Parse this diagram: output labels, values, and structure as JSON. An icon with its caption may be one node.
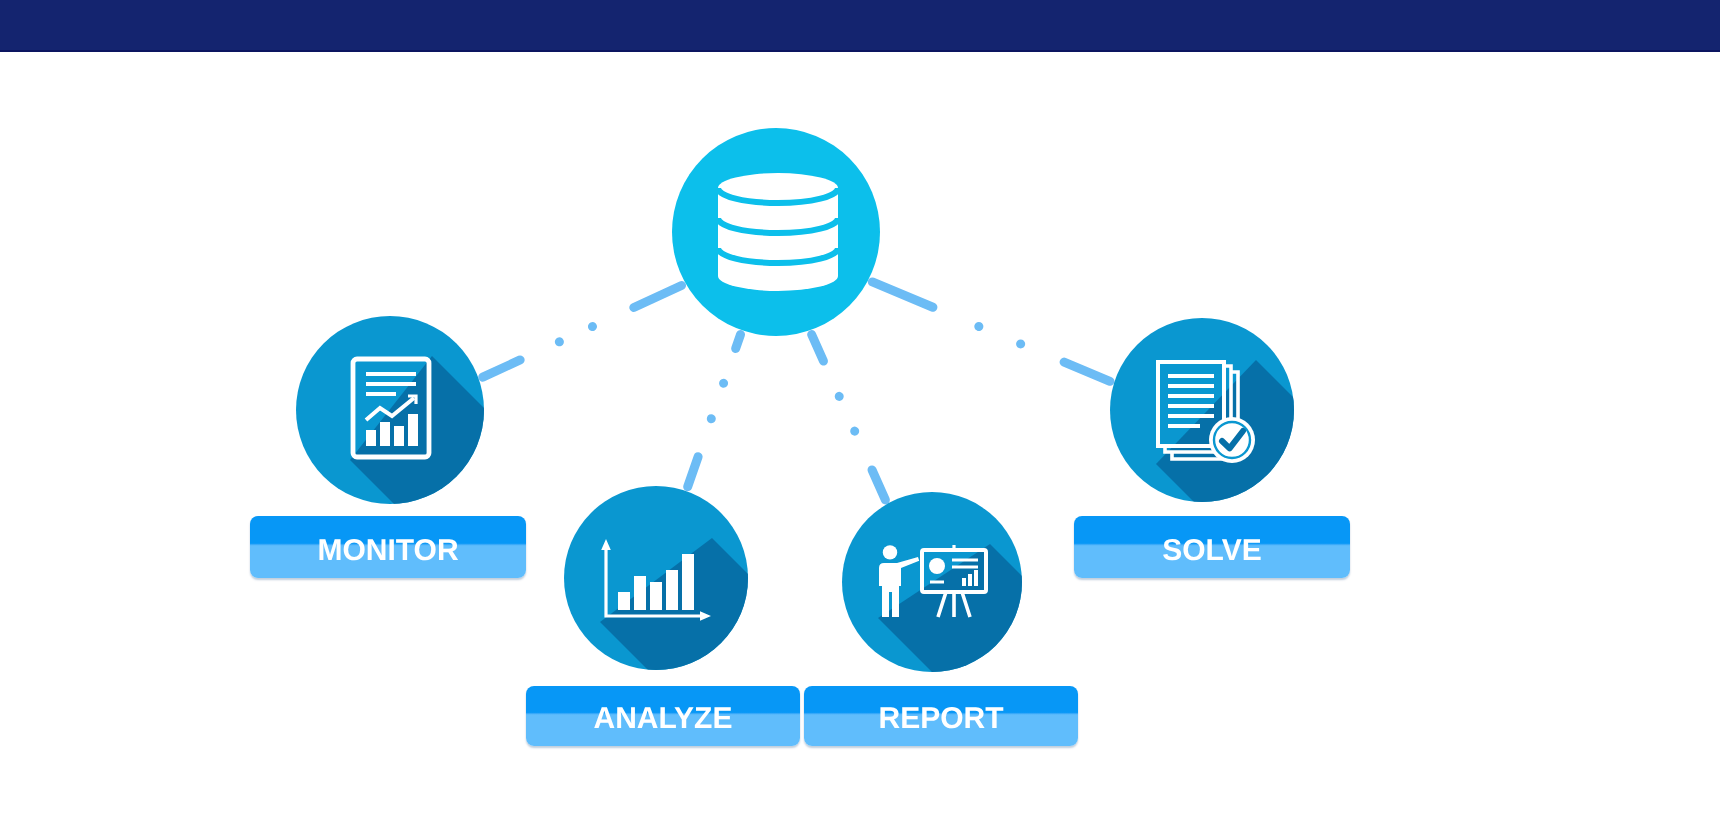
{
  "diagram": {
    "nodes": [
      {
        "text": [],
        "shape": "circle"
      },
      {
        "text": [],
        "shape": "circle"
      },
      {
        "text": [
          "MONITOR"
        ]
      },
      {
        "text": [],
        "shape": "circle"
      },
      {
        "text": [
          "ANALYZE"
        ]
      },
      {
        "text": [],
        "shape": "circle"
      },
      {
        "text": [
          "REPORT"
        ]
      },
      {
        "text": [],
        "shape": "circle"
      },
      {
        "text": [
          "SOLVE"
        ]
      }
    ],
    "edges": [
      {
        "from": 0,
        "to": 1,
        "arrow": "none"
      },
      {
        "from": 0,
        "to": 3,
        "arrow": "none"
      },
      {
        "from": 0,
        "to": 5,
        "arrow": "none"
      },
      {
        "from": 0,
        "to": 7,
        "arrow": "none"
      }
    ]
  }
}
